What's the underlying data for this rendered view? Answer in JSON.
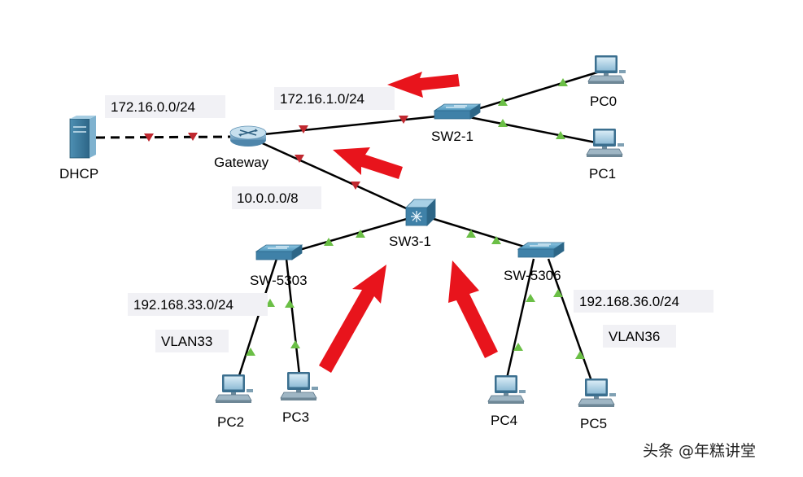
{
  "devices": {
    "dhcp": "DHCP",
    "gateway": "Gateway",
    "sw21": "SW2-1",
    "sw31": "SW3-1",
    "sw5303": "SW-5303",
    "sw5306": "SW-5306",
    "pc0": "PC0",
    "pc1": "PC1",
    "pc2": "PC2",
    "pc3": "PC3",
    "pc4": "PC4",
    "pc5": "PC5"
  },
  "subnets": {
    "net_dhcp": "172.16.0.0/24",
    "net_sw21": "172.16.1.0/24",
    "net_core": "10.0.0.0/8",
    "net_vlan33": "192.168.33.0/24",
    "net_vlan36": "192.168.36.0/24"
  },
  "vlans": {
    "vlan33": "VLAN33",
    "vlan36": "VLAN36"
  },
  "watermark": "头条 @年糕讲堂",
  "colors": {
    "link_down": "#c0282f",
    "link_up": "#6bbf46",
    "arrow": "#e8141c"
  }
}
